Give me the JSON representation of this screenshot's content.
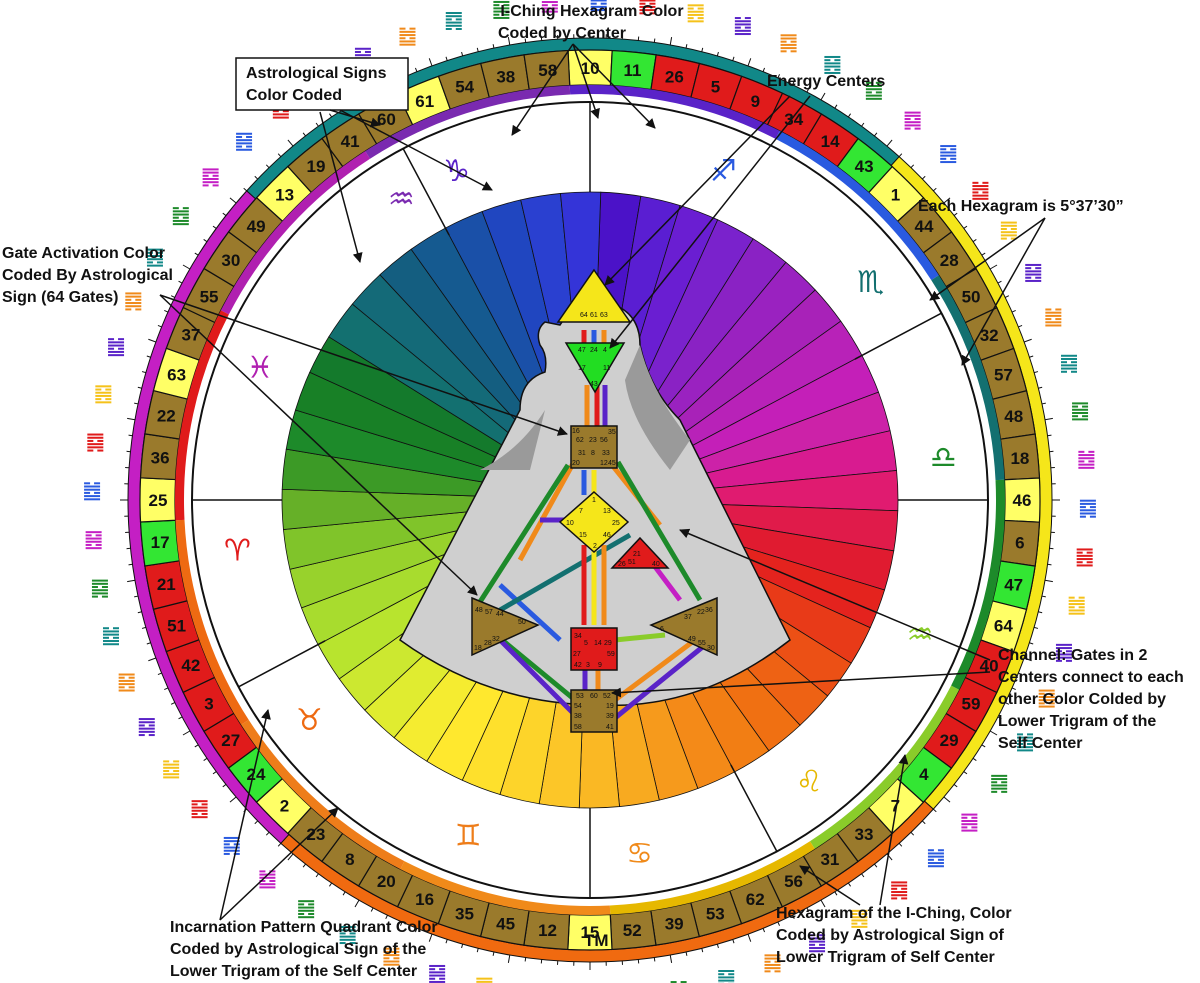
{
  "annotations": {
    "iching_center": [
      "I-Ching Hexagram Color",
      "Coded by Center"
    ],
    "astro_signs": [
      "Astrological Signs",
      "Color Coded"
    ],
    "energy_centers": [
      "Energy Centers"
    ],
    "hexagram_size": [
      "Each Hexagram is 5°37’30”"
    ],
    "gate_activation": [
      "Gate Activation Color",
      "Coded By Astrological",
      "Sign (64 Gates)"
    ],
    "channel": [
      "Channel: Gates in 2",
      "Centers connect to each",
      "other Color Colded by",
      "Lower Trigram of the",
      "Self Center"
    ],
    "incarnation": [
      "Incarnation Pattern Quadrant Color",
      "Coded by Astrological Sign of the",
      "Lower Trigram of the Self Center"
    ],
    "hexagram_iching": [
      "Hexagram of the I-Ching, Color",
      "Coded by Astrological Sign of",
      "Lower Trigram of Self Center"
    ],
    "trademark": "TM"
  },
  "wheel": {
    "gates": [
      "10",
      "11",
      "26",
      "5",
      "9",
      "34",
      "14",
      "43",
      "1",
      "44",
      "28",
      "50",
      "32",
      "57",
      "48",
      "18",
      "46",
      "6",
      "47",
      "64",
      "40",
      "59",
      "29",
      "4",
      "7",
      "33",
      "31",
      "56",
      "62",
      "53",
      "39",
      "52",
      "15",
      "12",
      "45",
      "35",
      "16",
      "20",
      "8",
      "23",
      "2",
      "24",
      "27",
      "3",
      "42",
      "51",
      "21",
      "17",
      "25",
      "36",
      "22",
      "63",
      "37",
      "55",
      "30",
      "49",
      "13",
      "19",
      "41",
      "60",
      "61",
      "54",
      "38",
      "58"
    ],
    "gate_colors": {
      "yellow": [
        "10",
        "61",
        "13",
        "63",
        "25",
        "46",
        "64",
        "7",
        "1",
        "15",
        "2"
      ],
      "green": [
        "11",
        "43",
        "17",
        "47",
        "4",
        "24"
      ],
      "red": [
        "26",
        "5",
        "9",
        "34",
        "14",
        "40",
        "59",
        "29",
        "21",
        "51",
        "42",
        "3",
        "27"
      ],
      "brown": "#9a7a2c",
      "yellow_hex": "#ffff66",
      "green_hex": "#33e633",
      "red_hex": "#e01b1b"
    },
    "zodiac_glyphs": [
      "♑",
      "♐",
      "♏",
      "♎",
      "♒",
      "♌",
      "♋",
      "♊",
      "♉",
      "♈",
      "♓",
      "♒"
    ],
    "zodiac_colors": [
      "#5a23c8",
      "#2a5ae0",
      "#137070",
      "#1d8a2a",
      "#8acc2a",
      "#e6b800",
      "#f08a1a",
      "#ee7d1a",
      "#ee6a12",
      "#e01b1b",
      "#b020b0",
      "#7a2ab0"
    ]
  },
  "bodygraph": {
    "head": [
      "64",
      "61",
      "63"
    ],
    "ajna": [
      "47",
      "24",
      "4",
      "17",
      "11",
      "43"
    ],
    "throat": [
      "62",
      "23",
      "56",
      "35",
      "31",
      "8",
      "33",
      "45",
      "12",
      "20",
      "16"
    ],
    "g_center": [
      "1",
      "7",
      "13",
      "10",
      "25",
      "15",
      "2",
      "46"
    ],
    "heart": [
      "21",
      "51",
      "26",
      "40"
    ],
    "spleen": [
      "48",
      "57",
      "44",
      "50",
      "32",
      "28",
      "18"
    ],
    "sacral": [
      "34",
      "5",
      "14",
      "29",
      "59",
      "27",
      "42",
      "3",
      "9"
    ],
    "solar_plexus": [
      "36",
      "22",
      "37",
      "6",
      "49",
      "55",
      "30"
    ],
    "root": [
      "53",
      "60",
      "52",
      "54",
      "19",
      "38",
      "39",
      "58",
      "41"
    ]
  },
  "colors": {
    "accent_teal": "#118888",
    "accent_magenta": "#c41fc4",
    "accent_orange": "#f06a10",
    "accent_yellow": "#f5e61a",
    "graph_grey": "#cfcfcf"
  }
}
